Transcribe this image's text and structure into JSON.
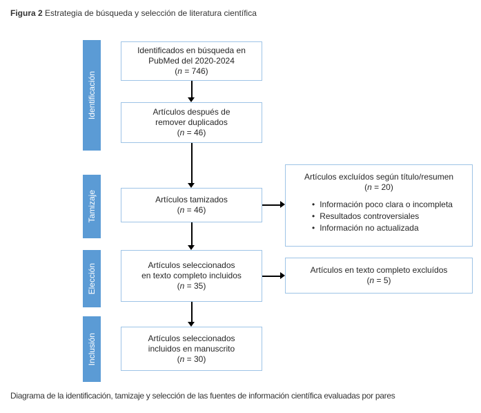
{
  "figure": {
    "label": "Figura 2",
    "title": " Estrategia de búsqueda y selección de literatura científica",
    "caption": "Diagrama de la identificación, tamizaje y selección de las fuentes de información científica evaluadas por pares"
  },
  "colors": {
    "stage_bar_fill": "#5B9BD5",
    "stage_bar_text": "#FFFFFF",
    "box_border": "#9DC3E6",
    "arrow": "#000000"
  },
  "stages": [
    {
      "label": "Identificación"
    },
    {
      "label": "Tamizaje"
    },
    {
      "label": "Elección"
    },
    {
      "label": "Inclusión"
    }
  ],
  "boxes": {
    "identified": {
      "lines": [
        "Identificados en búsqueda en",
        "PubMed del 2020-2024"
      ],
      "n_prefix": "(",
      "n_symbol": "n",
      "n_rest": " = 746)"
    },
    "deduplicated": {
      "lines": [
        "Artículos después de",
        "remover duplicados"
      ],
      "n_prefix": "(",
      "n_symbol": "n",
      "n_rest": " = 46)"
    },
    "screened": {
      "lines": [
        "Artículos tamizados"
      ],
      "n_prefix": "(",
      "n_symbol": "n",
      "n_rest": " = 46)"
    },
    "fulltext_included": {
      "lines": [
        "Artículos seleccionados",
        "en texto completo incluidos"
      ],
      "n_prefix": "(",
      "n_symbol": "n",
      "n_rest": " = 35)"
    },
    "manuscript_included": {
      "lines": [
        "Artículos seleccionados",
        "incluidos en manuscrito"
      ],
      "n_prefix": "(",
      "n_symbol": "n",
      "n_rest": " = 30)"
    },
    "excluded_screening": {
      "title": "Artículos excluídos según título/resumen",
      "n_prefix": "(",
      "n_symbol": "n",
      "n_rest": " = 20)",
      "bullets": [
        "Información poco clara o incompleta",
        "Resultados controversiales",
        "Información no actualizada"
      ]
    },
    "excluded_fulltext": {
      "title": "Artículos en texto completo excluídos",
      "n_prefix": "(",
      "n_symbol": "n",
      "n_rest": " = 5)"
    }
  }
}
